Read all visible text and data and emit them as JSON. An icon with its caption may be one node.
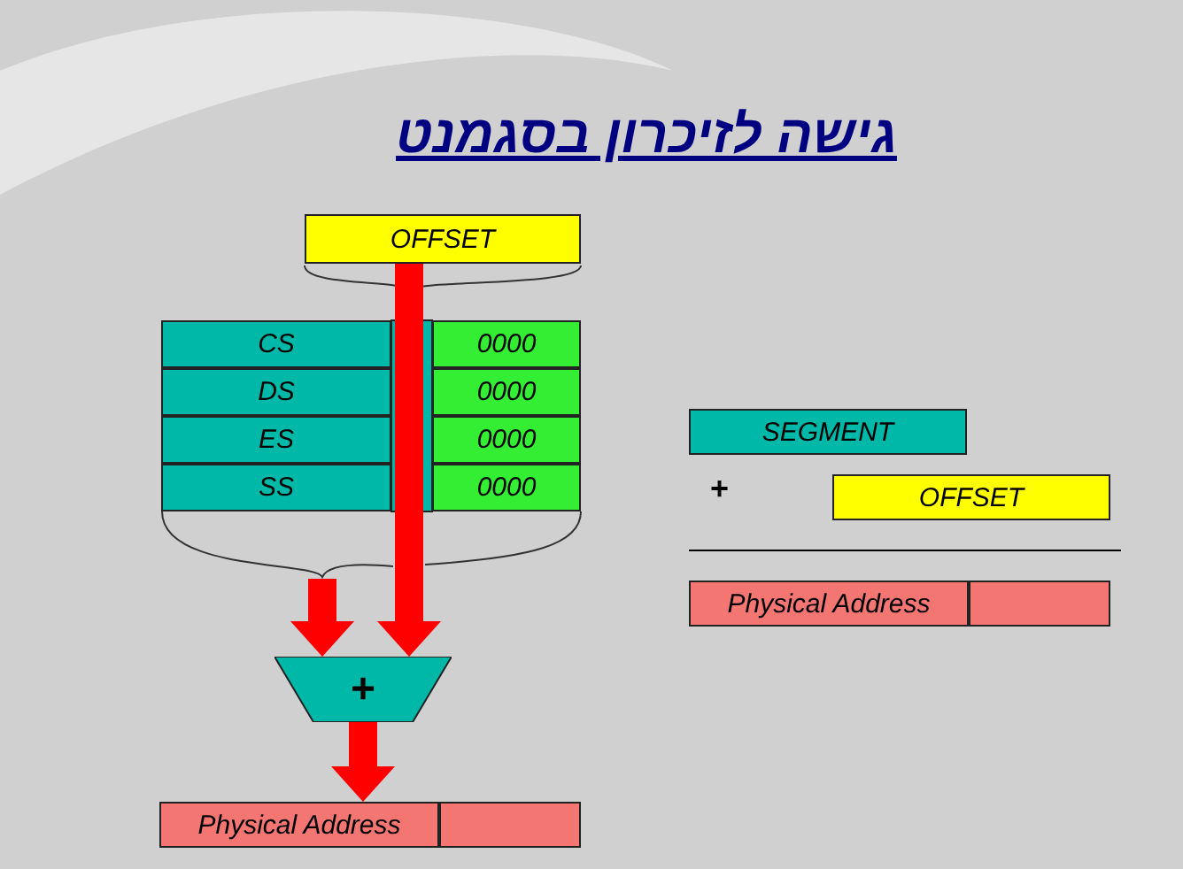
{
  "diagram": {
    "title": "גישה לזיכרון בסגמנט",
    "nodes": [
      {
        "text": [
          "OFFSET"
        ]
      },
      {
        "text": [
          "CS"
        ]
      },
      {
        "text": [
          "0000"
        ]
      },
      {
        "text": [
          "DS"
        ]
      },
      {
        "text": [
          "0000"
        ]
      },
      {
        "text": [
          "ES"
        ]
      },
      {
        "text": [
          "0000"
        ]
      },
      {
        "text": [
          "SS"
        ]
      },
      {
        "text": [
          "0000"
        ]
      },
      {
        "text": [],
        "shape": "bracket"
      },
      {
        "text": [
          "+"
        ]
      },
      {
        "text": [
          "Physical Address"
        ]
      },
      {
        "text": [],
        "shape": "box"
      },
      {
        "text": [
          "SEGMENT"
        ]
      },
      {
        "text": [
          "OFFSET"
        ]
      },
      {
        "text": [
          "Physical Address"
        ]
      },
      {
        "text": [],
        "shape": "box"
      }
    ],
    "edges": [
      {
        "from": 0,
        "to": 10,
        "arrow": "to"
      },
      {
        "from": 9,
        "to": 10,
        "arrow": "to"
      },
      {
        "from": 10,
        "to": 11,
        "arrow": "to"
      }
    ],
    "labels": [
      "+"
    ]
  }
}
